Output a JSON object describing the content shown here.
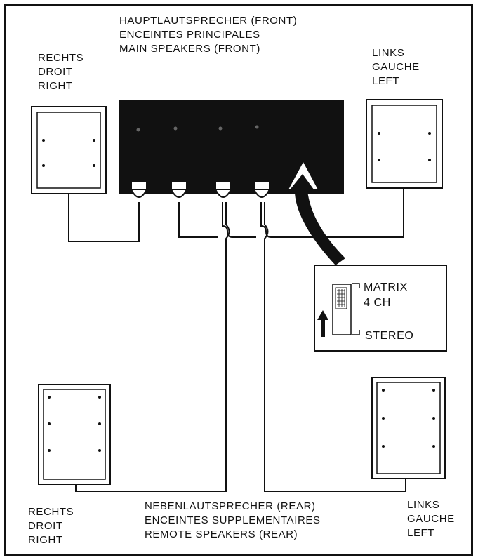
{
  "title_front": [
    "HAUPTLAUTSPRECHER (FRONT)",
    "ENCEINTES PRINCIPALES",
    "MAIN SPEAKERS (FRONT)"
  ],
  "title_rear": [
    "NEBENLAUTSPRECHER (REAR)",
    "ENCEINTES SUPPLEMENTAIRES",
    "REMOTE SPEAKERS (REAR)"
  ],
  "speakers": {
    "front_right": [
      "RECHTS",
      "DROIT",
      "RIGHT"
    ],
    "front_left": [
      "LINKS",
      "GAUCHE",
      "LEFT"
    ],
    "rear_right": [
      "RECHTS",
      "DROIT",
      "RIGHT"
    ],
    "rear_left": [
      "LINKS",
      "GAUCHE",
      "LEFT"
    ]
  },
  "switch": {
    "top_label": [
      "MATRIX",
      "4 CH"
    ],
    "bottom_label": "STEREO"
  },
  "colors": {
    "ink": "#111111",
    "paper": "#ffffff"
  }
}
